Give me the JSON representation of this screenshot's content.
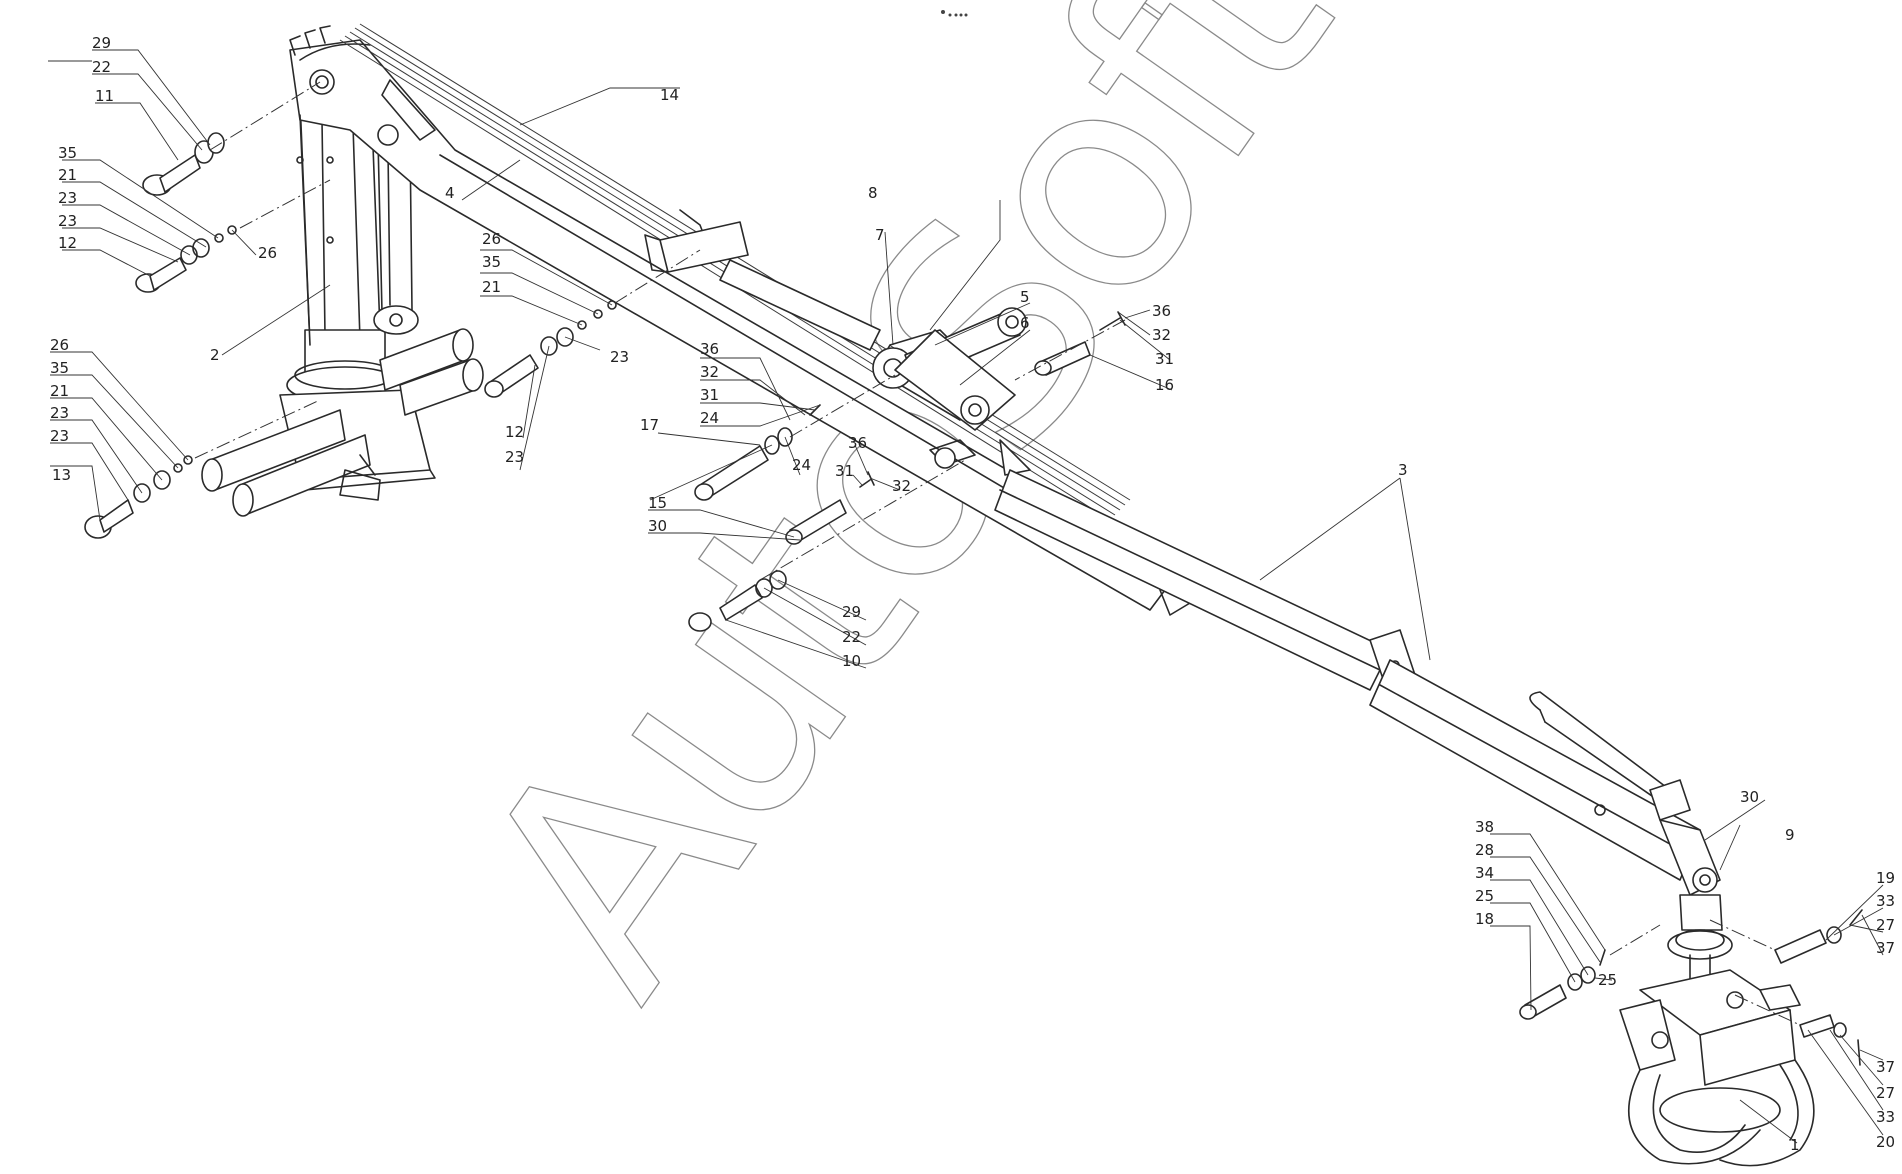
{
  "watermark": "AutoSoft",
  "callouts": {
    "c1": "1",
    "c2": "2",
    "c3": "3",
    "c4": "4",
    "c5": "5",
    "c6": "6",
    "c7": "7",
    "c8": "8",
    "c9": "9",
    "c10": "10",
    "c11": "11",
    "c12a": "12",
    "c12b": "12",
    "c13": "13",
    "c14": "14",
    "c15": "15",
    "c16": "16",
    "c17": "17",
    "c18": "18",
    "c19": "19",
    "c20": "20",
    "c21a": "21",
    "c21b": "21",
    "c21c": "21",
    "c22a": "22",
    "c22b": "22",
    "c23a": "23",
    "c23b": "23",
    "c23c": "23",
    "c23d": "23",
    "c23e": "23",
    "c23f": "23",
    "c24a": "24",
    "c24b": "24",
    "c25a": "25",
    "c25b": "25",
    "c26a": "26",
    "c26b": "26",
    "c26c": "26",
    "c27a": "27",
    "c27b": "27",
    "c28": "28",
    "c29a": "29",
    "c29b": "29",
    "c30a": "30",
    "c30b": "30",
    "c31a": "31",
    "c31b": "31",
    "c31c": "31",
    "c32a": "32",
    "c32b": "32",
    "c32c": "32",
    "c33a": "33",
    "c33b": "33",
    "c34": "34",
    "c35a": "35",
    "c35b": "35",
    "c35c": "35",
    "c36a": "36",
    "c36b": "36",
    "c36c": "36",
    "c37a": "37",
    "c37b": "37",
    "c38": "38"
  }
}
